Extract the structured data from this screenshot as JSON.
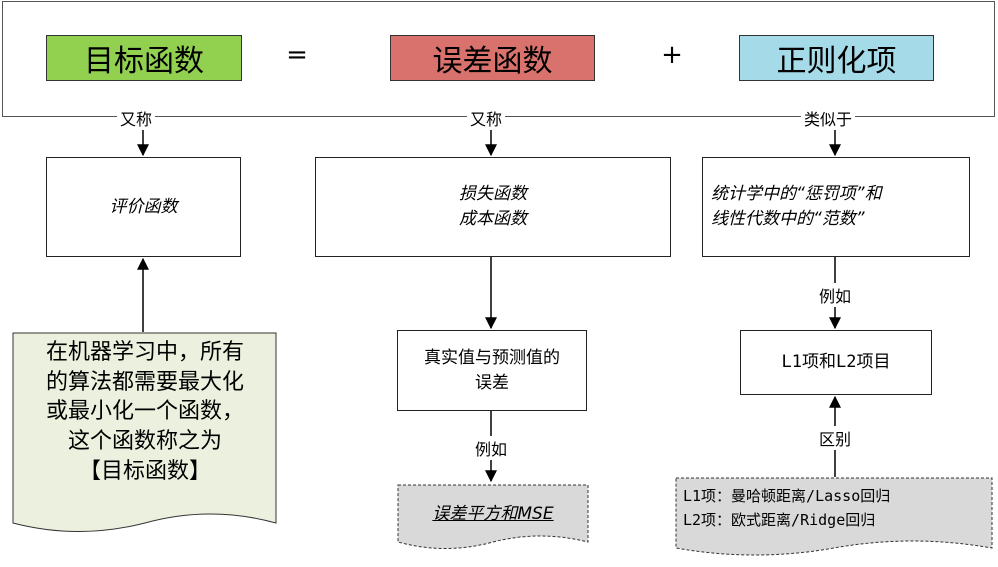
{
  "header": {
    "objective": "目标函数",
    "equals": "=",
    "error": "误差函数",
    "plus": "+",
    "regularization": "正则化项",
    "colors": {
      "objective": "#92d050",
      "error": "#d9726c",
      "regularization": "#a5dbe9"
    }
  },
  "edges": {
    "aka1": "又称",
    "aka2": "又称",
    "similar": "类似于",
    "example1": "例如",
    "example2": "例如",
    "diff": "区别"
  },
  "boxes": {
    "evaluation": "评价函数",
    "loss_line1": "损失函数",
    "loss_line2": "成本函数",
    "penalty_line1": "统计学中的“惩罚项”和",
    "penalty_line2": "线性代数中的“范数”",
    "truth_line1": "真实值与预测值的",
    "truth_line2": "误差",
    "l1l2": "L1项和L2项目"
  },
  "docs": {
    "ml_line1": "在机器学习中，所有",
    "ml_line2": "的算法都需要最大化",
    "ml_line3": "或最小化一个函数，",
    "ml_line4": "这个函数称之为",
    "ml_line5": "【目标函数】",
    "mse": "误差平方和MSE",
    "l1_desc": "L1项：曼哈顿距离/Lasso回归",
    "l2_desc": "L2项：欧式距离/Ridge回归",
    "colors": {
      "ml_note": "#ebf1de",
      "gray_doc": "#d9d9d9"
    }
  }
}
